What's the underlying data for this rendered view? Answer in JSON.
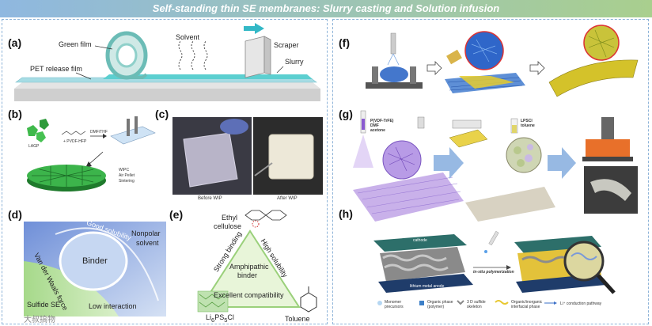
{
  "banner": {
    "title": "Self-standing thin SE membranes: Slurry casting and Solution infusion"
  },
  "panels": {
    "a": {
      "label": "(a)",
      "green_film": "Green film",
      "solvent": "Solvent",
      "scraper": "Scraper",
      "pet": "PET release film",
      "slurry": "Slurry"
    },
    "b": {
      "label": "(b)",
      "lagp": "LAGP",
      "pvdf": "+ PVDF-HFP",
      "dmf": "DMF/THF",
      "wpc1": "WIPC",
      "wpc2": "Air Pellet",
      "wpc3": "Sintering"
    },
    "c": {
      "label": "(c)",
      "before": "Before WIP",
      "after": "After WIP"
    },
    "d": {
      "label": "(d)",
      "good": "Good solubility",
      "nonpolar1": "Nonpolar",
      "nonpolar2": "solvent",
      "binder": "Binder",
      "vdw": "Van der Waals force",
      "sulfide": "Sulfide SE",
      "low": "Low interaction",
      "watermark": "大叔搞物"
    },
    "e": {
      "label": "(e)",
      "ethyl1": "Ethyl",
      "ethyl2": "cellulose",
      "strong": "Strong binding",
      "high": "High solubility",
      "amph1": "Amphipathic",
      "amph2": "binder",
      "excellent": "Excellent compatibility",
      "li": "Li",
      "li_sub1": "6",
      "ps": "PS",
      "ps_sub": "5",
      "cl": "Cl",
      "toluene": "Toluene"
    },
    "f": {
      "label": "(f)"
    },
    "g": {
      "label": "(g)",
      "pvdf1": "P(VDF-TrFE)",
      "pvdf2": "DMF",
      "pvdf3": "acetone",
      "lpscl1": "LPSCl",
      "lpscl2": "toluene"
    },
    "h": {
      "label": "(h)",
      "cathode": "cathode",
      "anode": "lithium metal anode",
      "insitu": "in-situ polymerization",
      "legend": [
        "Monomer precursors",
        "Organic phase (polymer)",
        "3 D sulfide skeleton",
        "Organic/inorganic interfacial phase",
        "Li⁺ conduction pathway"
      ]
    }
  },
  "colors": {
    "banner_left": "#8fb8e0",
    "banner_right": "#a9cf8e",
    "dashed": "#8db3d8",
    "teal": "#5ccfd0",
    "green": "#39b54a",
    "yellow": "#e8c832"
  }
}
